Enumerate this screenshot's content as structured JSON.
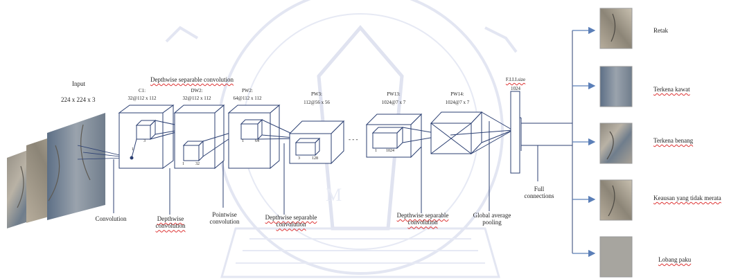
{
  "watermark": {
    "letters": "UMA"
  },
  "input": {
    "title": "Input",
    "size": "224 x 224 x 3"
  },
  "header": {
    "dw_separable": "Depthwise separable convolution"
  },
  "layers": [
    {
      "name": "C1:",
      "dims": "32@112 x 112"
    },
    {
      "name": "DW2:",
      "dims": "32@112 x 112"
    },
    {
      "name": "PW2:",
      "dims": "64@112 x 112"
    },
    {
      "name": "PW3:",
      "dims": "112@56 x 56"
    },
    {
      "name": "PW13:",
      "dims": "1024@7 x 7"
    },
    {
      "name": "PW14:",
      "dims": "1024@7 x 7"
    }
  ],
  "kernel_labels": {
    "k1": "3",
    "k2": "3",
    "k3": "32",
    "k4a": "1",
    "k4b": "64",
    "k5a": "3",
    "k5b": "128",
    "k6a": "1",
    "k6b": "1024",
    "one": "1"
  },
  "ellipsis": "- - -",
  "gap_header": {
    "top": "F.I.I.I.size",
    "size": "1024"
  },
  "stages": {
    "convolution": "Convolution",
    "depthwise_conv": "Depthwise\nconvolution",
    "pointwise_conv": "Pointwise\nconvolution",
    "dw_sep_1": "Depthwise separable\nconvolution",
    "dw_sep_2": "Depthwise separable\nconvolution",
    "global_avg": "Global average\npooling",
    "full_conn": "Full\nconnections"
  },
  "outputs": [
    {
      "label": "Retak"
    },
    {
      "label": "Terkena kawat"
    },
    {
      "label": "Terkena benang"
    },
    {
      "label": "Keausan yang tidak merata"
    },
    {
      "label": "Lobang paku"
    }
  ],
  "colors": {
    "line": "#2b3f72",
    "arrow": "#5b7fb8",
    "watermark": "#e1e4f1"
  }
}
